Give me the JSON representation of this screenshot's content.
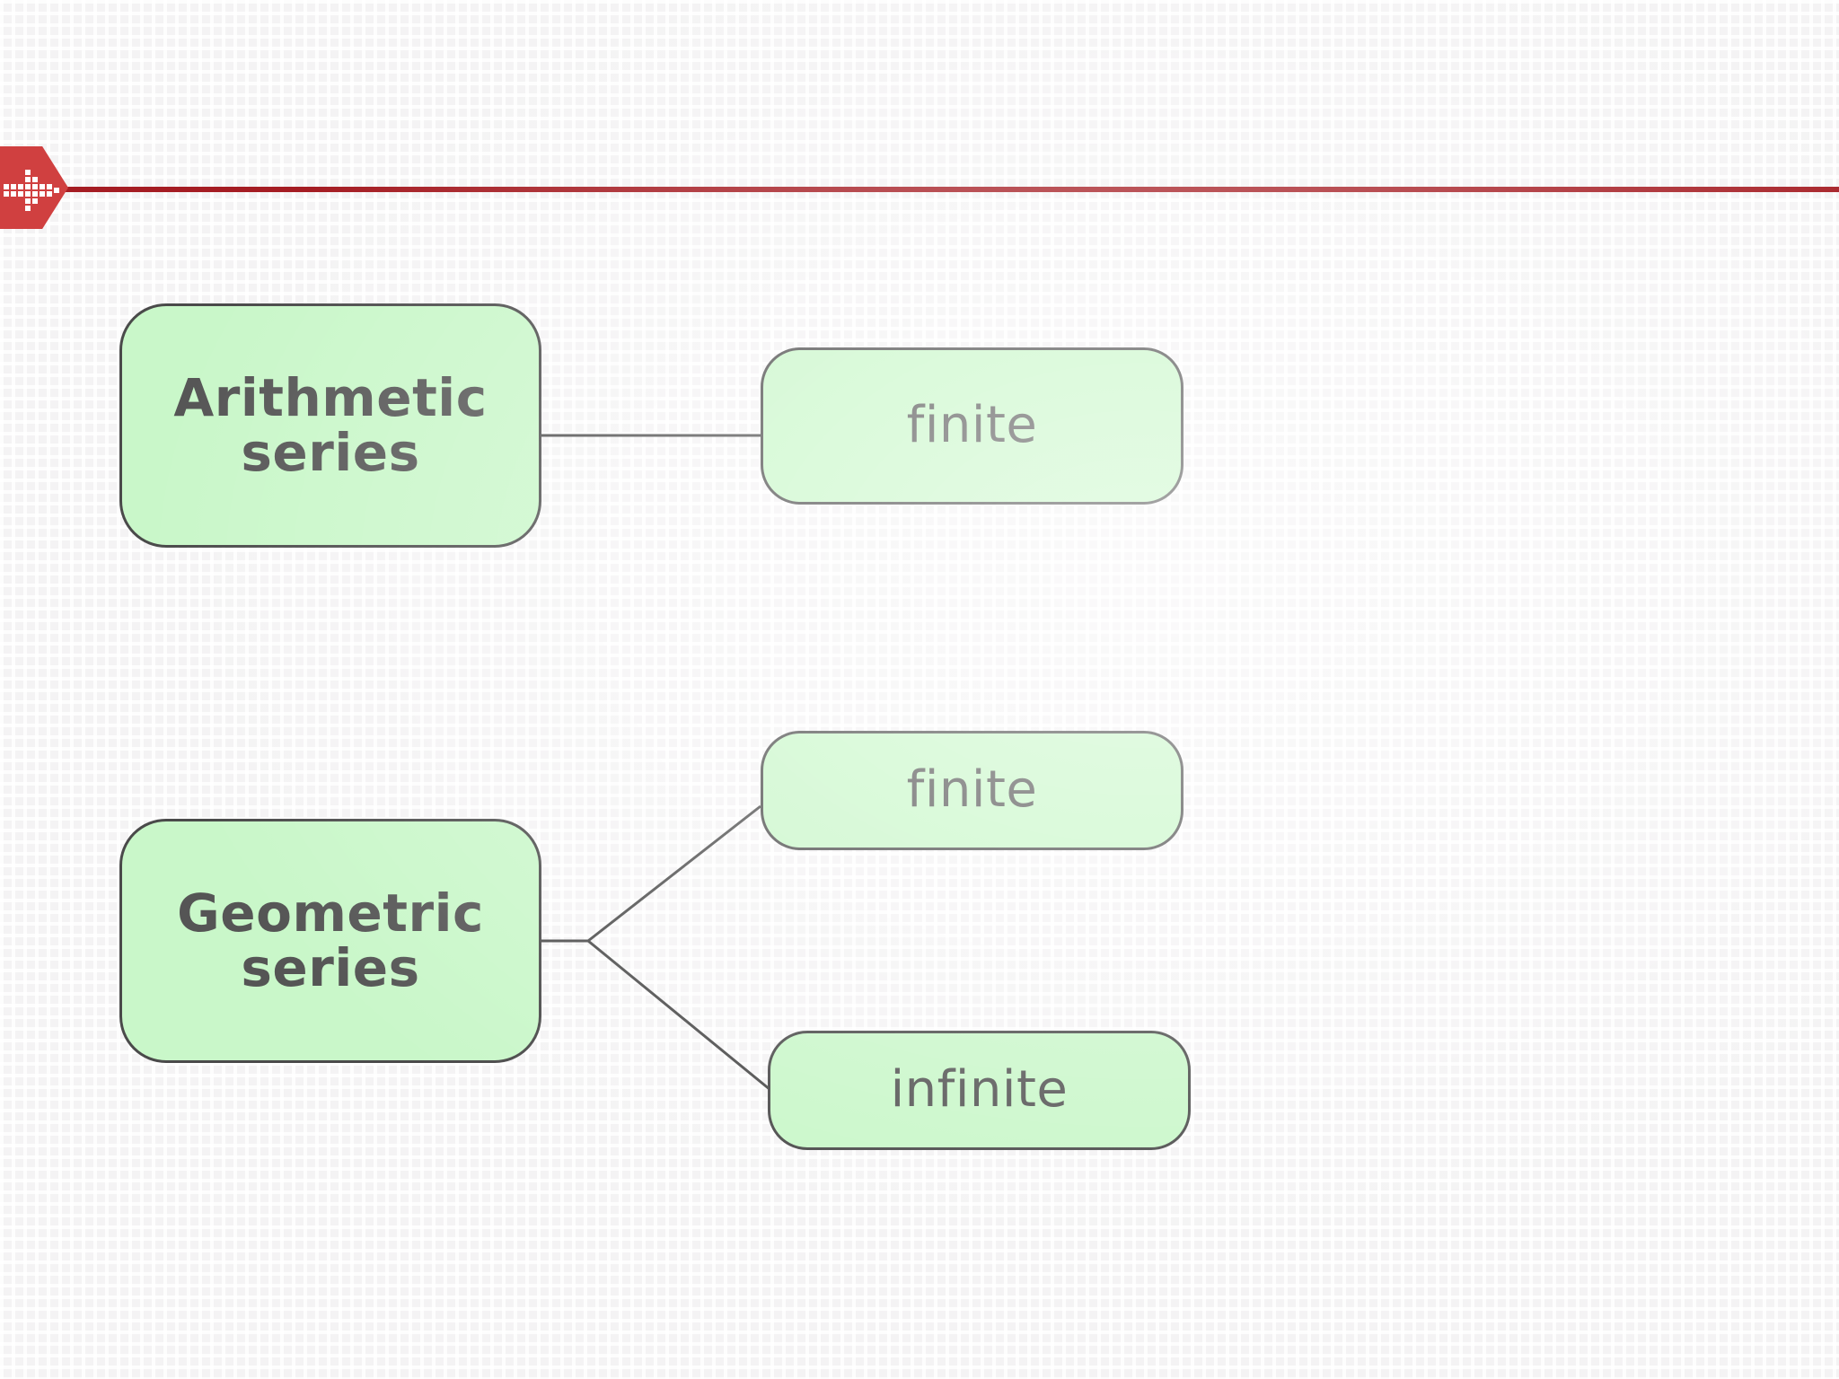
{
  "banner": {
    "badge_icon": "pixel-arrow-right-icon",
    "badge_color": "#d04040",
    "rule_color": "#a51d23"
  },
  "theme": {
    "node_fill": "#c9f7c9",
    "node_border": "#4a4a4a",
    "text_color": "#555555",
    "background": "#f4f3f4"
  },
  "diagram": {
    "type": "tree",
    "nodes": [
      {
        "id": "arithmetic",
        "label": "Arithmetic\nseries",
        "role": "root"
      },
      {
        "id": "finite-a",
        "label": "finite",
        "role": "leaf"
      },
      {
        "id": "geometric",
        "label": "Geometric\nseries",
        "role": "root"
      },
      {
        "id": "finite-g",
        "label": "finite",
        "role": "leaf"
      },
      {
        "id": "infinite-g",
        "label": "infinite",
        "role": "leaf"
      }
    ],
    "edges": [
      {
        "from": "arithmetic",
        "to": "finite-a"
      },
      {
        "from": "geometric",
        "to": "finite-g"
      },
      {
        "from": "geometric",
        "to": "infinite-g"
      }
    ]
  }
}
